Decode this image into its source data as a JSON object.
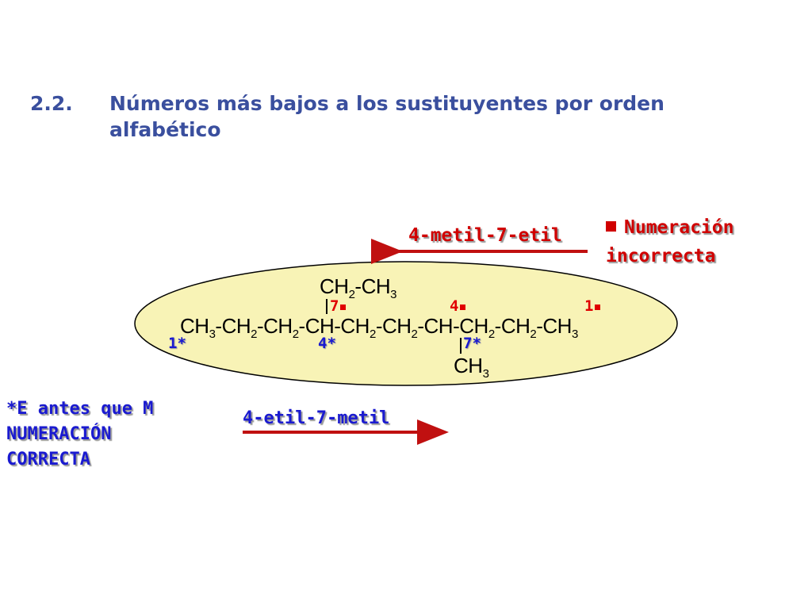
{
  "heading": {
    "number": "2.2.",
    "line1": "Números más bajos a los sustituyentes por orden",
    "line2": "alfabético"
  },
  "incorrect": {
    "arrow_label": "4-metil-7-etil",
    "note_line1": "Numeración",
    "note_line2": "incorrecta"
  },
  "correct": {
    "arrow_label": "4-etil-7-metil",
    "note_line1": "*E antes que M",
    "note_line2": "NUMERACIÓN",
    "note_line3": "CORRECTA"
  },
  "molecule": {
    "top_branch": {
      "base1": "CH",
      "sub1": "2",
      "mid": "-CH",
      "sub2": "3"
    },
    "bottom_branch": {
      "base": "CH",
      "sub": "3"
    },
    "main_chain": [
      {
        "t": "CH",
        "s": "3"
      },
      {
        "t": "-CH",
        "s": "2"
      },
      {
        "t": "-CH",
        "s": "2"
      },
      {
        "t": "-CH",
        "s": ""
      },
      {
        "t": "-CH",
        "s": "2"
      },
      {
        "t": "-CH",
        "s": "2"
      },
      {
        "t": "-CH",
        "s": ""
      },
      {
        "t": "-CH",
        "s": "2"
      },
      {
        "t": "-CH",
        "s": "2"
      },
      {
        "t": "-CH",
        "s": "3"
      }
    ],
    "red_numbers": [
      "7",
      "4",
      "1"
    ],
    "blue_numbers": [
      "1*",
      "4*",
      "7*"
    ]
  },
  "colors": {
    "heading": "#3a4f9e",
    "red": "#d00000",
    "blue": "#1a1ad0",
    "ellipse_fill": "#f8f3b6",
    "arrow": "#c01010"
  }
}
